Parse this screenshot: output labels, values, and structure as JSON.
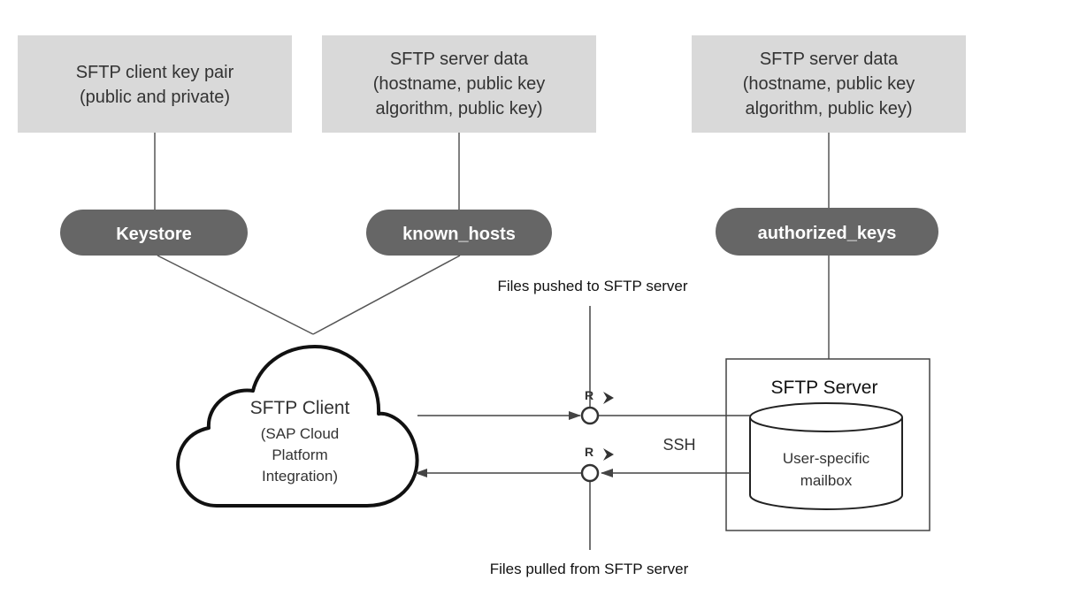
{
  "boxes": {
    "client_keypair": [
      "SFTP client key pair",
      "(public and private)"
    ],
    "server_data_1": [
      "SFTP server data",
      "(hostname, public key",
      "algorithm, public key)"
    ],
    "server_data_2": [
      "SFTP server data",
      "(hostname, public key",
      "algorithm, public key)"
    ]
  },
  "pills": {
    "keystore": "Keystore",
    "known_hosts": "known_hosts",
    "authorized_keys": "authorized_keys"
  },
  "client": {
    "title": "SFTP Client",
    "subtitle": [
      "(SAP Cloud",
      "Platform",
      "Integration)"
    ]
  },
  "server": {
    "title": "SFTP Server",
    "mailbox": [
      "User-specific",
      "mailbox"
    ]
  },
  "labels": {
    "pushed": "Files pushed to SFTP server",
    "pulled": "Files pulled from SFTP server",
    "ssh": "SSH",
    "receiver_top": "R",
    "receiver_bottom": "R"
  },
  "colors": {
    "box_fill": "#d9d9d9",
    "pill_fill": "#666666",
    "line": "#555555",
    "text": "#333333",
    "pill_text": "#ffffff"
  }
}
